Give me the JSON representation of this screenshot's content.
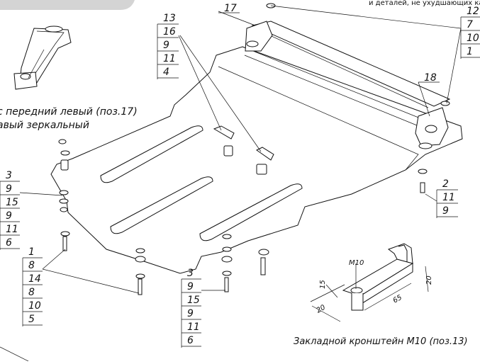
{
  "top_note": "и деталей, не ухудшающих кач",
  "captions": {
    "left_bracket_line1": "с передний левый (поз.17)",
    "left_bracket_line2": "авый зеркальный",
    "embedded_bracket": "Закладной кронштейн М10 (поз.13)"
  },
  "callouts": {
    "c17": {
      "top": "17"
    },
    "c18": {
      "top": "18"
    },
    "c13": {
      "rows": [
        "13",
        "16",
        "9",
        "11",
        "4"
      ]
    },
    "c12": {
      "rows": [
        "12",
        "7",
        "10",
        "1"
      ]
    },
    "c2": {
      "rows": [
        "2",
        "11",
        "9"
      ]
    },
    "c3L": {
      "rows": [
        "3",
        "9",
        "15",
        "9",
        "11",
        "6"
      ]
    },
    "c1": {
      "rows": [
        "1",
        "8",
        "14",
        "8",
        "10",
        "5"
      ]
    },
    "c3B": {
      "rows": [
        "3",
        "9",
        "15",
        "9",
        "11",
        "6"
      ]
    }
  },
  "dimensions": {
    "m10": "M10",
    "d15": "15",
    "d20a": "20",
    "d65": "65",
    "d20b": "20"
  }
}
